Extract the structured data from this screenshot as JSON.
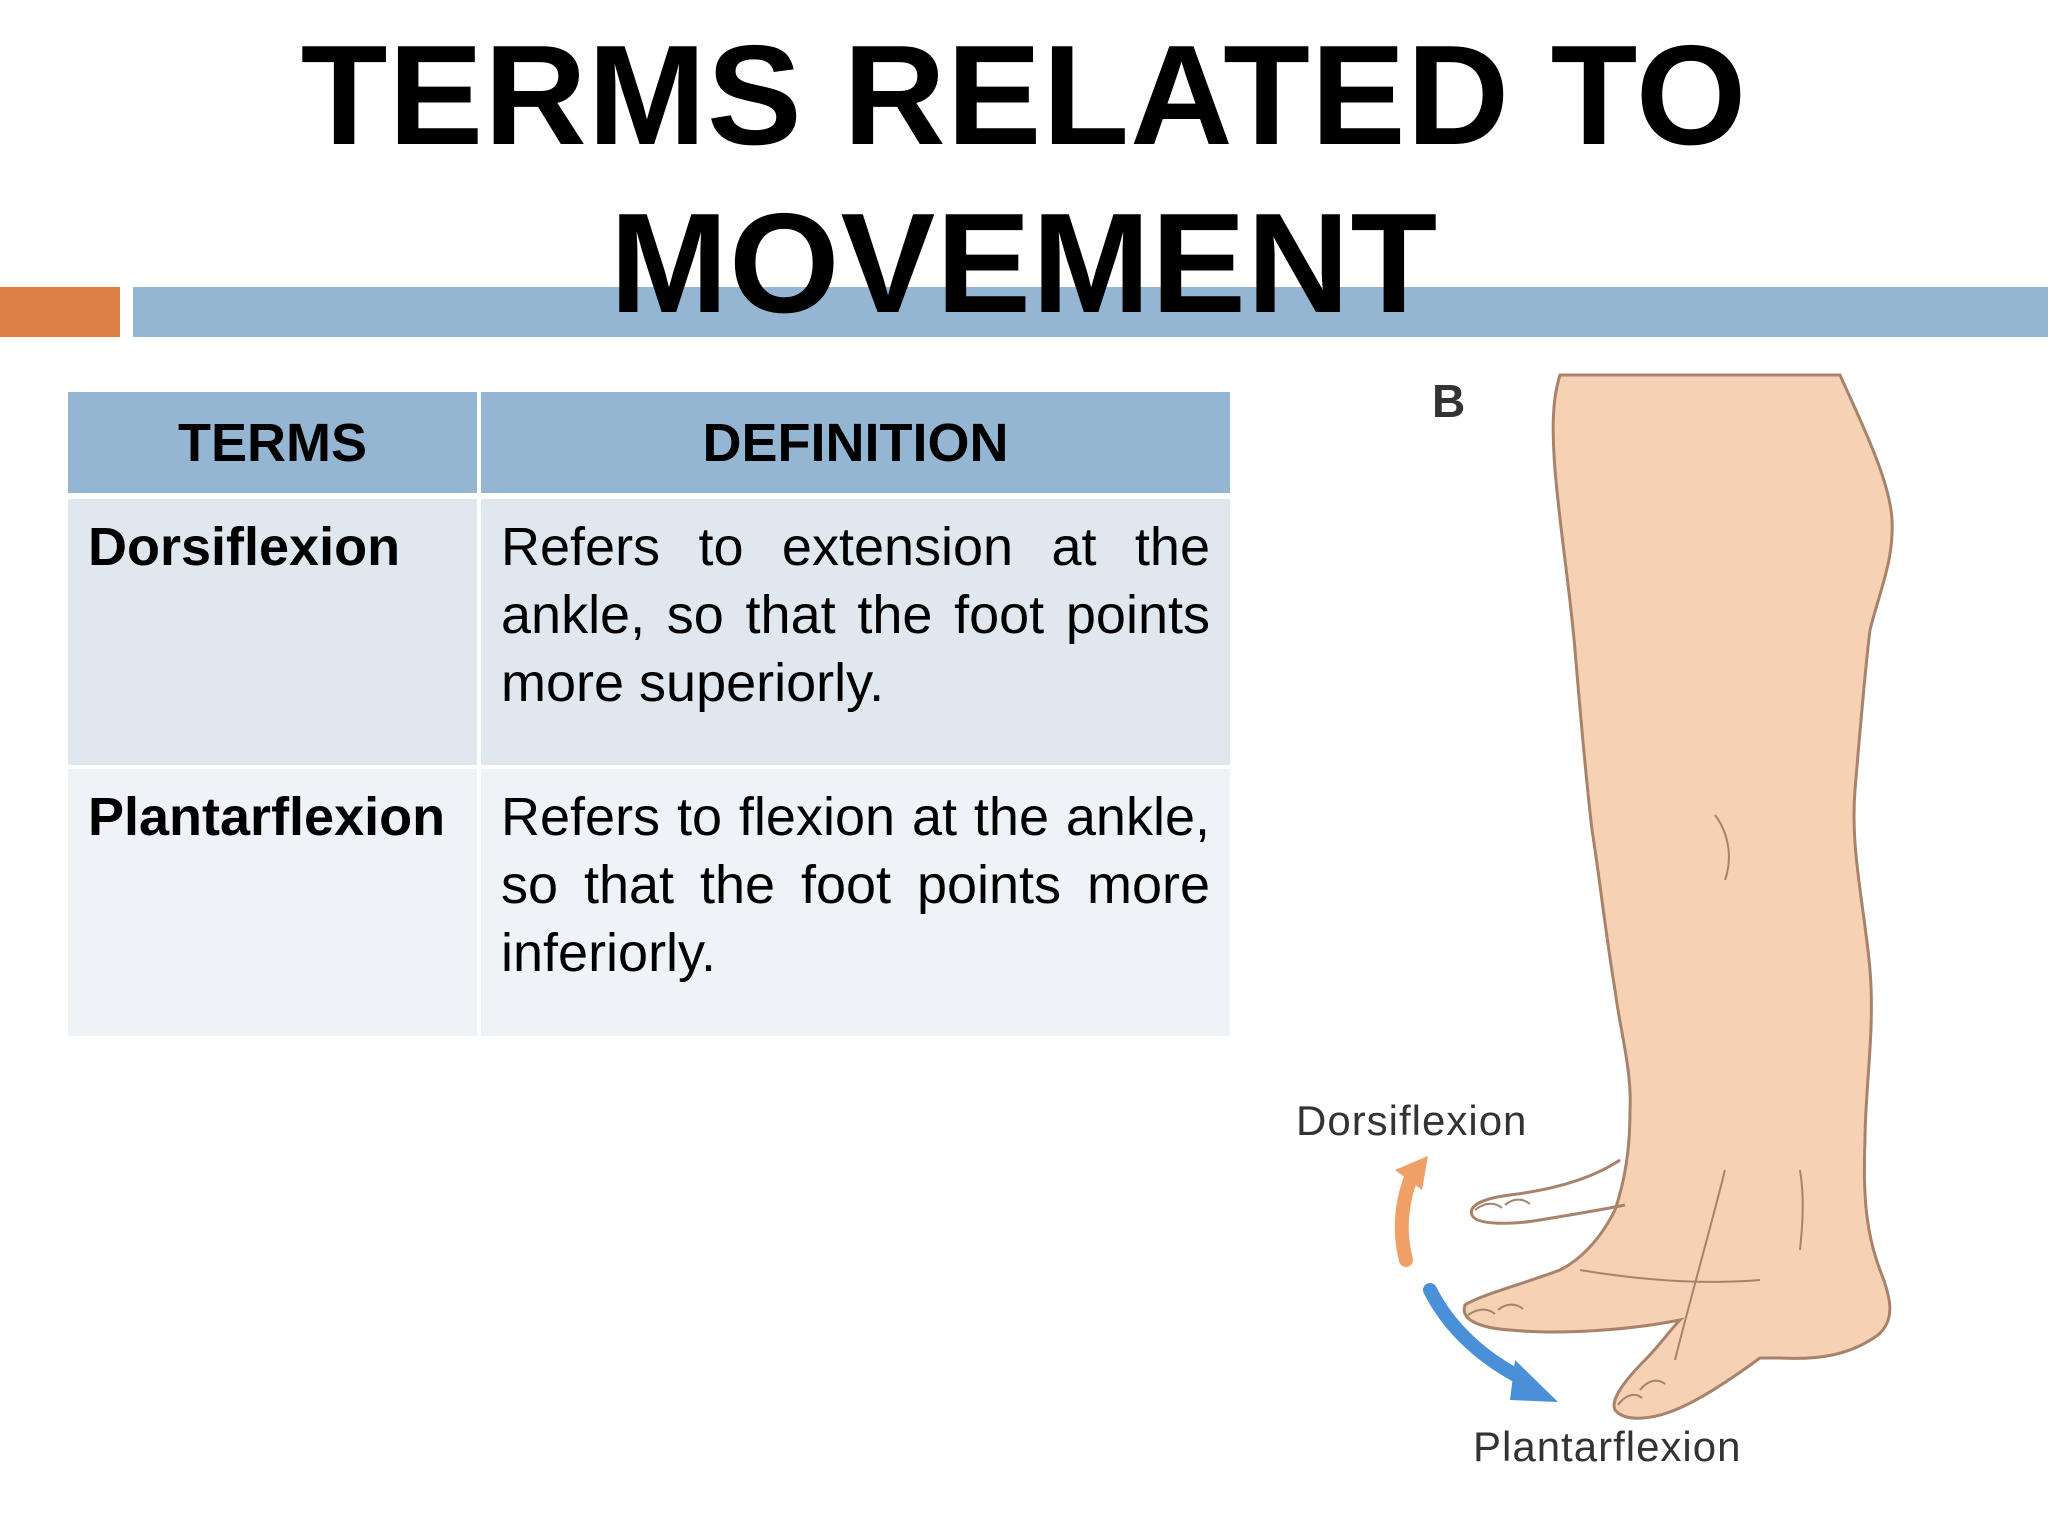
{
  "slide": {
    "title_line1": "TERMS RELATED TO",
    "title_line2": "MOVEMENT"
  },
  "table": {
    "headers": [
      "TERMS",
      "DEFINITION"
    ],
    "rows": [
      {
        "term": "Dorsiflexion",
        "definition": "Refers to extension at the ankle, so that the foot points more superiorly."
      },
      {
        "term": "Plantarflexion",
        "definition": "Refers to flexion at the ankle, so that the foot points more inferiorly."
      }
    ]
  },
  "figure": {
    "panel_letter": "B",
    "label_up": "Dorsiflexion",
    "label_down": "Plantarflexion"
  },
  "colors": {
    "accent_orange": "#dd8047",
    "accent_blue": "#94b6d2",
    "row_a": "#dfe7ef",
    "row_b": "#eff3f7",
    "skin": "#f7d1b4",
    "arrow_orange": "#f0a066",
    "arrow_blue": "#4a90d9"
  }
}
